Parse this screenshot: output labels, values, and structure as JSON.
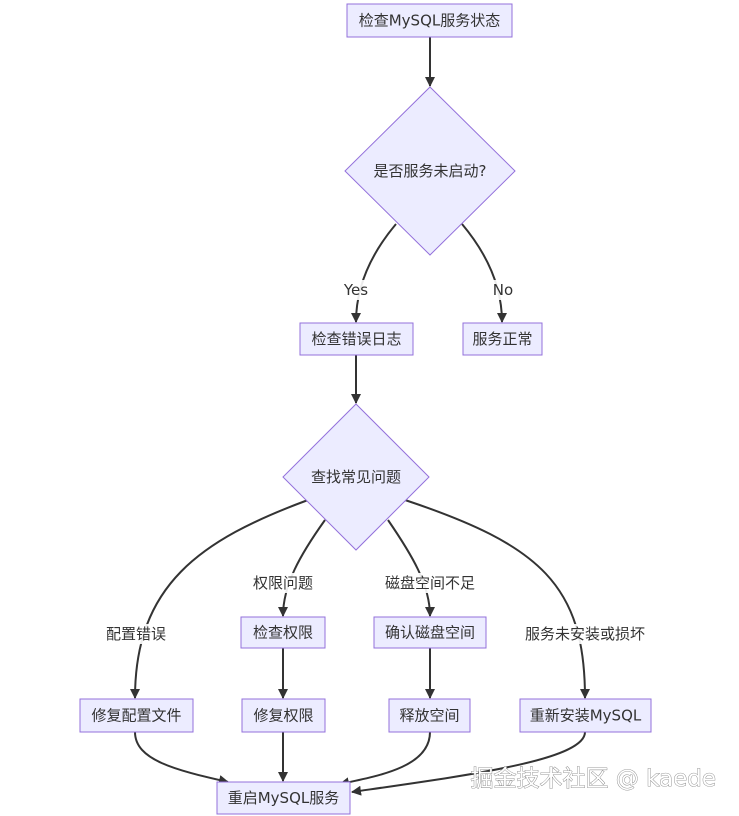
{
  "nodes": {
    "check_status": "检查MySQL服务状态",
    "not_started": "是否服务未启动?",
    "check_log": "检查错误日志",
    "service_ok": "服务正常",
    "find_issues": "查找常见问题",
    "check_perm": "检查权限",
    "confirm_disk": "确认磁盘空间",
    "fix_config": "修复配置文件",
    "fix_perm": "修复权限",
    "free_space": "释放空间",
    "reinstall": "重新安装MySQL",
    "restart": "重启MySQL服务"
  },
  "edge_labels": {
    "yes": "Yes",
    "no": "No",
    "config_error": "配置错误",
    "perm_issue": "权限问题",
    "disk_low": "磁盘空间不足",
    "not_installed": "服务未安装或损坏"
  },
  "watermark": "掘金技术社区 @ kaede"
}
